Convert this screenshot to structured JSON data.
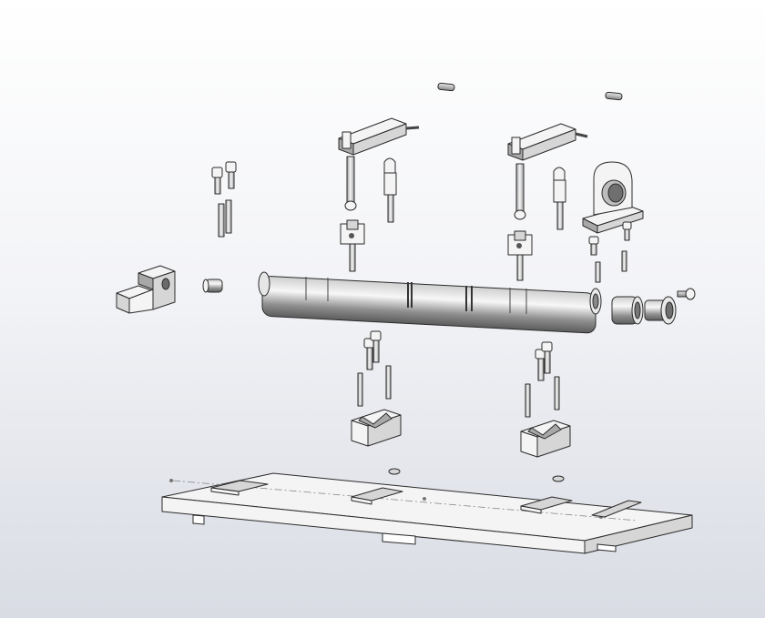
{
  "scene": {
    "type": "exploded-assembly-view",
    "background": [
      "#ffffff",
      "#d9dce4"
    ],
    "parts": [
      "dowel-pin-top-left",
      "dowel-pin-top-right",
      "clevis-bracket-left",
      "clevis-bracket-right",
      "pillow-block-bearing",
      "socket-screw",
      "locating-pin",
      "clevis-rod",
      "clevis-fork",
      "angle-block",
      "shaft-collar",
      "main-shaft",
      "bearing-ring",
      "flanged-bushing",
      "end-screw",
      "v-block-support",
      "base-plate"
    ]
  }
}
